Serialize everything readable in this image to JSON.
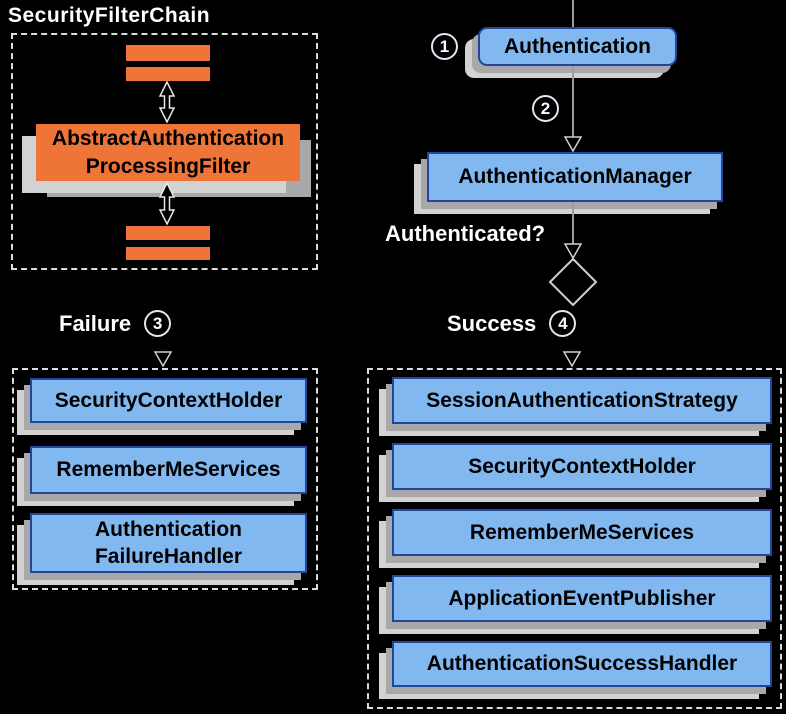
{
  "colors": {
    "background": "#000000",
    "blue_fill": "#82b8f0",
    "blue_border": "#24459c",
    "orange_fill": "#ee7438",
    "shadow_dark": "#a8a8a8",
    "shadow_light": "#d2d2d2",
    "label_text": "#ffffff",
    "box_text": "#000000",
    "dashed_border": "#dcdcdc",
    "line": "#9c9c9c"
  },
  "security_filter_chain": {
    "title": "SecurityFilterChain",
    "filter_label": "AbstractAuthentication\nProcessingFilter"
  },
  "flow": {
    "authentication_label": "Authentication",
    "authentication_manager_label": "AuthenticationManager",
    "decision_label": "Authenticated?",
    "failure_label": "Failure",
    "success_label": "Success",
    "step_numbers": {
      "one": "1",
      "two": "2",
      "three": "3",
      "four": "4"
    }
  },
  "failure_handlers": {
    "items": [
      "SecurityContextHolder",
      "RememberMeServices",
      "Authentication\nFailureHandler"
    ]
  },
  "success_handlers": {
    "items": [
      "SessionAuthenticationStrategy",
      "SecurityContextHolder",
      "RememberMeServices",
      "ApplicationEventPublisher",
      "AuthenticationSuccessHandler"
    ]
  }
}
